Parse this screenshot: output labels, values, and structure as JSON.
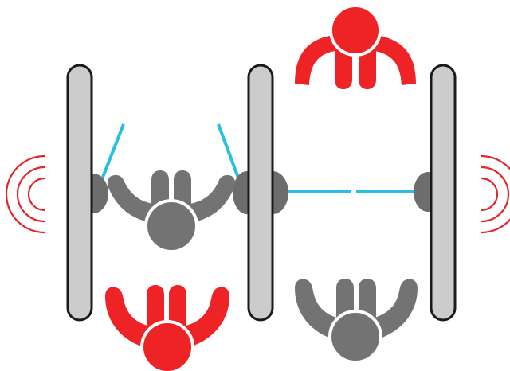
{
  "colors": {
    "red_figure": "#ee2326",
    "gray_figure": "#737373",
    "panel_fill": "#cccccc",
    "panel_stroke": "#1a1a1a",
    "hand": "#6d6d6d",
    "cyan_line": "#2bbde3",
    "signal": "#e3262b"
  },
  "figures": [
    {
      "name": "top-red-person",
      "color": "red"
    },
    {
      "name": "left-gray-person",
      "color": "gray"
    },
    {
      "name": "bottom-red-person",
      "color": "red"
    },
    {
      "name": "bottom-right-gray-person",
      "color": "gray"
    }
  ],
  "icons": [
    "left-signal-icon",
    "right-signal-icon"
  ]
}
